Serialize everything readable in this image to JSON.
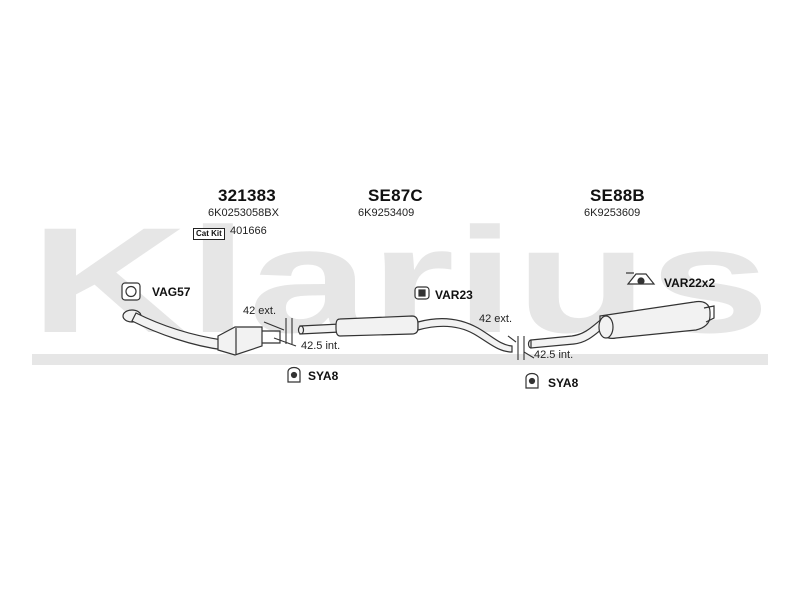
{
  "watermark": {
    "text": "Klarius",
    "color": "#e6e6e6"
  },
  "parts": [
    {
      "code": "321383",
      "number": "6K0253058BX",
      "catkit_label": "Cat Kit",
      "catkit_number": "401666"
    },
    {
      "code": "SE87C",
      "number": "6K9253409"
    },
    {
      "code": "SE88B",
      "number": "6K9253609"
    }
  ],
  "accessories": {
    "vag": "VAG57",
    "var23": "VAR23",
    "var22": "VAR22x2",
    "sya_left": "SYA8",
    "sya_right": "SYA8"
  },
  "joints": {
    "left_ext": "42 ext.",
    "left_int": "42.5 int.",
    "right_ext": "42 ext.",
    "right_int": "42.5 int."
  },
  "colors": {
    "pipe_fill": "#f2f2f2",
    "pipe_stroke": "#333333"
  }
}
